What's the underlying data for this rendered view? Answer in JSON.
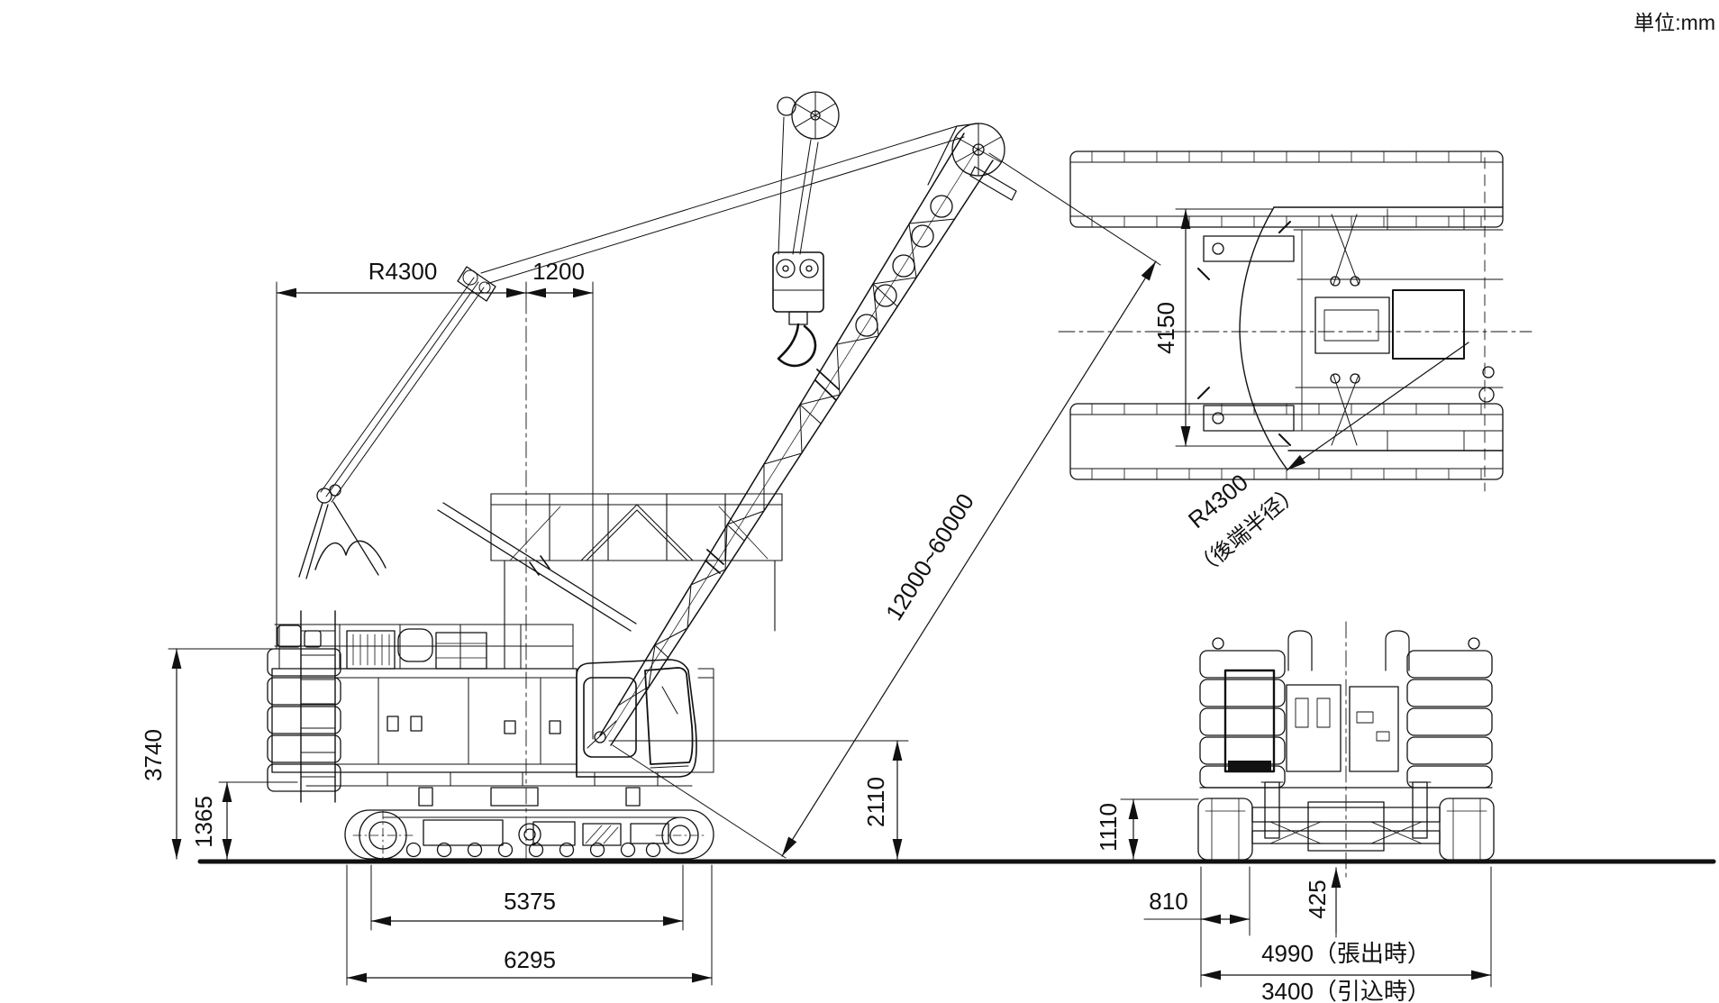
{
  "meta": {
    "unit_note": "単位:mm"
  },
  "dimensions": {
    "side": {
      "tail_radius": "R4300",
      "boom_foot_offset": "1200",
      "boom_length_range": "12000~60000",
      "overall_height": "3740",
      "counterweight_height": "1365",
      "boom_foot_height": "2110",
      "tumbler_distance": "5375",
      "crawler_overall_length": "6295"
    },
    "plan": {
      "upper_width": "4150",
      "tail_radius_value": "R4300",
      "tail_radius_note": "（後端半径）"
    },
    "rear": {
      "shoe_width": "810",
      "carbody_clearance": "1110",
      "center_offset": "425",
      "width_extended": "4990（張出時）",
      "width_retracted": "3400（引込時）"
    }
  }
}
